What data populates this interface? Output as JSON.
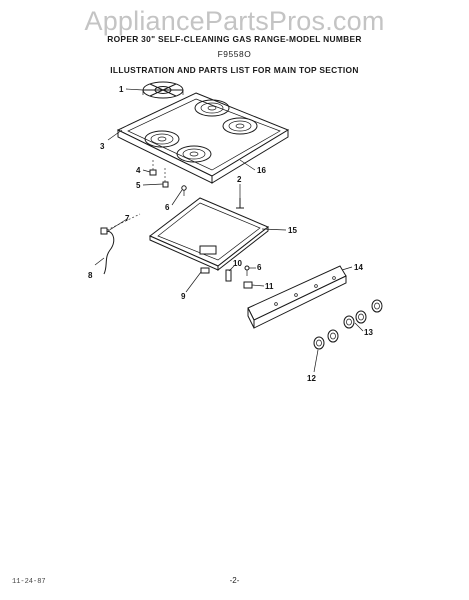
{
  "watermark": "AppliancePartsPros.com",
  "header": {
    "line1": "ROPER 30\" SELF-CLEANING GAS RANGE-MODEL NUMBER",
    "line2": "F9558O",
    "line3": "ILLUSTRATION AND PARTS LIST FOR MAIN TOP SECTION"
  },
  "callouts": {
    "c1": "1",
    "c2": "2",
    "c3": "3",
    "c4": "4",
    "c5": "5",
    "c6a": "6",
    "c6b": "6",
    "c7": "7",
    "c8": "8",
    "c9": "9",
    "c10": "10",
    "c11": "11",
    "c12": "12",
    "c13": "13",
    "c14": "14",
    "c15": "15",
    "c16": "16"
  },
  "footer": {
    "date": "11-24-87",
    "page": "-2-"
  }
}
